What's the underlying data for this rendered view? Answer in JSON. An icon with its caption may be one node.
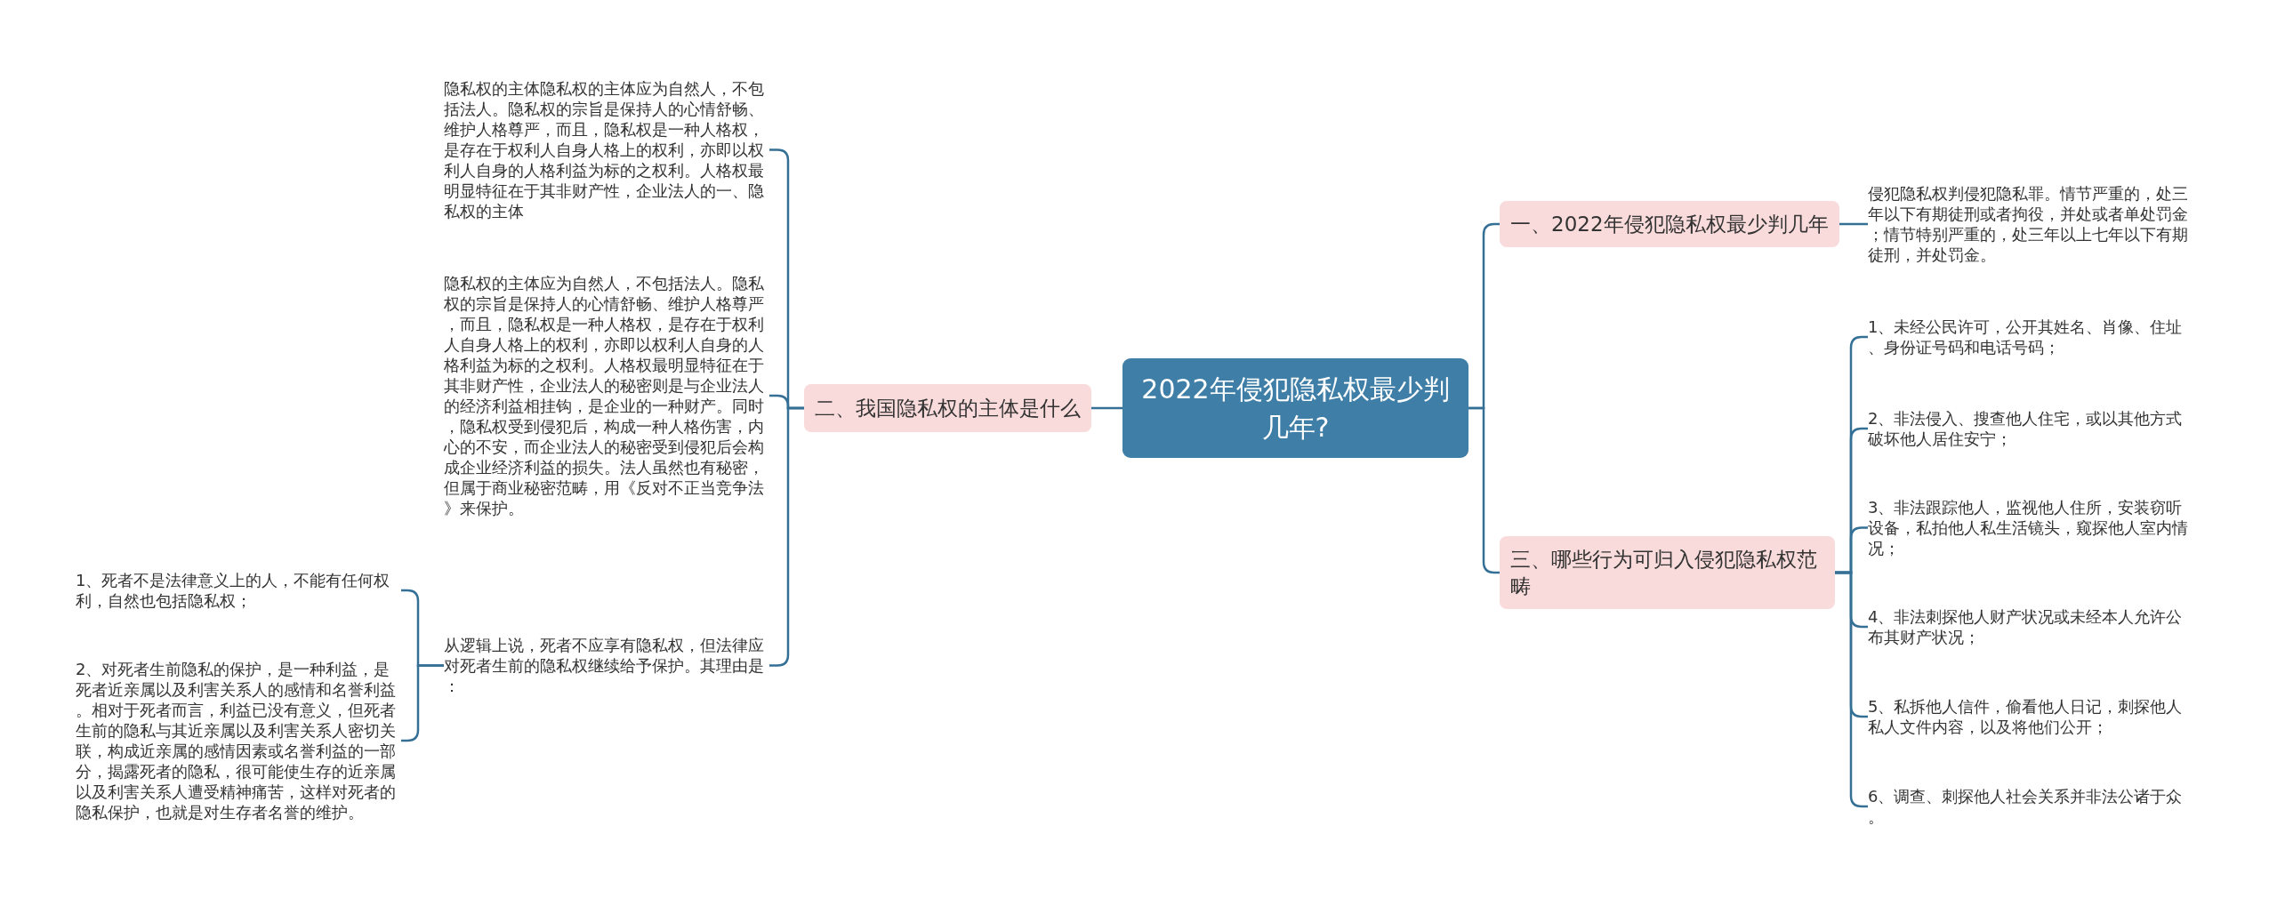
{
  "diagram": {
    "nodes": [
      {
        "text": [
          "2022年侵犯隐私权最少判几年?"
        ]
      },
      {
        "text": [
          "一、2022年侵犯隐私权最少判几年"
        ]
      },
      {
        "text": [
          "侵犯隐私权判侵犯隐私罪。情节严重的，处三年以下有期徒刑或者拘役，并处或者单处罚金；情节特别严重的，处三年以上七年以下有期徒刑，并处罚金。"
        ]
      },
      {
        "text": [
          "二、我国隐私权的主体是什么"
        ]
      },
      {
        "text": [
          "隐私权的主体隐私权的主体应为自然人，不包括法人。隐私权的宗旨是保持人的心情舒畅、维护人格尊严，而且，隐私权是一种人格权，是存在于权利人自身人格上的权利，亦即以权利人自身的人格利益为标的之权利。人格权最明显特征在于其非财产性，企业法人的一、隐私权的主体"
        ]
      },
      {
        "text": [
          "隐私权的主体应为自然人，不包括法人。隐私权的宗旨是保持人的心情舒畅、维护人格尊严，而且，隐私权是一种人格权，是存在于权利人自身人格上的权利，亦即以权利人自身的人格利益为标的之权利。人格权最明显特征在于其非财产性，企业法人的秘密则是与企业法人的经济利益相挂钩，是企业的一种财产。同时，隐私权受到侵犯后，构成一种人格伤害，内心的不安，而企业法人的秘密受到侵犯后会构成企业经济利益的损失。法人虽然也有秘密，但属于商业秘密范畴，用《反对不正当竞争法》来保护。"
        ]
      },
      {
        "text": [
          "从逻辑上说，死者不应享有隐私权，但法律应对死者生前的隐私权继续给予保护。其理由是："
        ]
      },
      {
        "text": [
          "1、死者不是法律意义上的人，不能有任何权利，自然也包括隐私权；"
        ]
      },
      {
        "text": [
          "2、对死者生前隐私的保护，是一种利益，是死者近亲属以及利害关系人的感情和名誉利益。相对于死者而言，利益已没有意义，但死者生前的隐私与其近亲属以及利害关系人密切关联，构成近亲属的感情因素或名誉利益的一部分，揭露死者的隐私，很可能使生存的近亲属以及利害关系人遭受精神痛苦，这样对死者的隐私保护，也就是对生存者名誉的维护。"
        ]
      },
      {
        "text": [
          "三、哪些行为可归入侵犯隐私权范畴"
        ]
      },
      {
        "text": [
          "1、未经公民许可，公开其姓名、肖像、住址、身份证号码和电话号码；"
        ]
      },
      {
        "text": [
          "2、非法侵入、搜查他人住宅，或以其他方式破坏他人居住安宁；"
        ]
      },
      {
        "text": [
          "3、非法跟踪他人，监视他人住所，安装窃听设备，私拍他人私生活镜头，窥探他人室内情况；"
        ]
      },
      {
        "text": [
          "4、非法刺探他人财产状况或未经本人允许公布其财产状况；"
        ]
      },
      {
        "text": [
          "5、私拆他人信件，偷看他人日记，刺探他人私人文件内容，以及将他们公开；"
        ]
      },
      {
        "text": [
          "6、调查、刺探他人社会关系并非法公诸于众。"
        ]
      }
    ],
    "edges": [
      {
        "from": 0,
        "to": 1,
        "arrow": "none"
      },
      {
        "from": 1,
        "to": 2,
        "arrow": "none"
      },
      {
        "from": 0,
        "to": 3,
        "arrow": "none"
      },
      {
        "from": 3,
        "to": 4,
        "arrow": "none"
      },
      {
        "from": 3,
        "to": 5,
        "arrow": "none"
      },
      {
        "from": 3,
        "to": 6,
        "arrow": "none"
      },
      {
        "from": 6,
        "to": 7,
        "arrow": "none"
      },
      {
        "from": 6,
        "to": 8,
        "arrow": "none"
      },
      {
        "from": 0,
        "to": 9,
        "arrow": "none"
      },
      {
        "from": 9,
        "to": 10,
        "arrow": "none"
      },
      {
        "from": 9,
        "to": 11,
        "arrow": "none"
      },
      {
        "from": 9,
        "to": 12,
        "arrow": "none"
      },
      {
        "from": 9,
        "to": 13,
        "arrow": "none"
      },
      {
        "from": 9,
        "to": 14,
        "arrow": "none"
      },
      {
        "from": 9,
        "to": 15,
        "arrow": "none"
      }
    ]
  }
}
